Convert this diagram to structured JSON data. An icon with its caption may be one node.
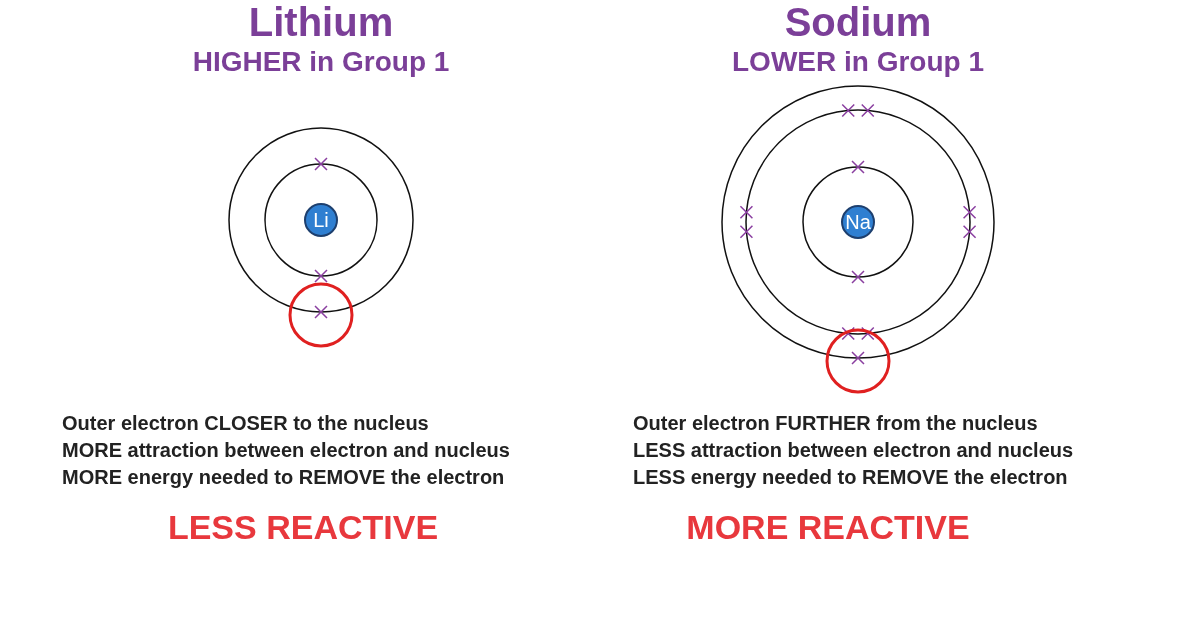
{
  "diagram": {
    "nodes": [
      {
        "text": [
          "Li"
        ]
      },
      {
        "text": [
          "Na"
        ]
      }
    ],
    "edges": [],
    "labels": [
      "Lithium",
      "**HIGHER** in Group 1",
      "Sodium",
      "**LOWER** in Group 1",
      "Outer electron **CLOSER** to the nucleus",
      "**MORE** attraction between electron and nucleus",
      "**MORE** energy needed to **REMOVE** the electron",
      "Outer electron **FURTHER** from the nucleus",
      "**LESS** attraction between electron and nucleus",
      "**LESS** energy needed to **REMOVE** the electron",
      "LESS REACTIVE",
      "MORE REACTIVE"
    ]
  }
}
